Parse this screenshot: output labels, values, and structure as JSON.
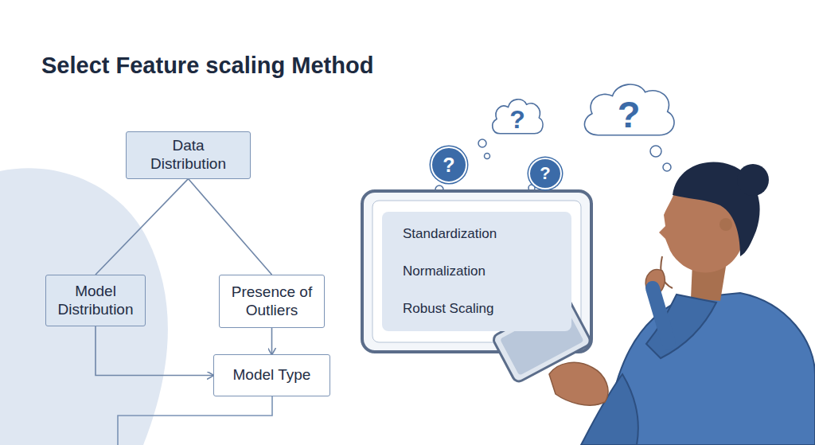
{
  "diagram": {
    "title": "Select Feature scaling Method",
    "nodes": [
      {
        "text": [
          "Data Distribution"
        ]
      },
      {
        "text": [
          "Model Distribution"
        ]
      },
      {
        "text": [
          "Presence of Outliers"
        ]
      },
      {
        "text": [
          "Model Type"
        ]
      },
      {
        "text": [
          "Standardization",
          "Normalization",
          "Robust Scaling"
        ]
      },
      {
        "text": [
          "?"
        ]
      },
      {
        "text": [
          "?"
        ]
      },
      {
        "text": [
          "?"
        ]
      },
      {
        "text": [
          "?"
        ]
      }
    ],
    "edges": [
      {
        "from": 0,
        "to": 1,
        "arrow": "none"
      },
      {
        "from": 0,
        "to": 2,
        "arrow": "none"
      },
      {
        "from": 2,
        "to": 3,
        "arrow": "to"
      },
      {
        "from": 1,
        "to": 3,
        "arrow": "to"
      }
    ]
  }
}
